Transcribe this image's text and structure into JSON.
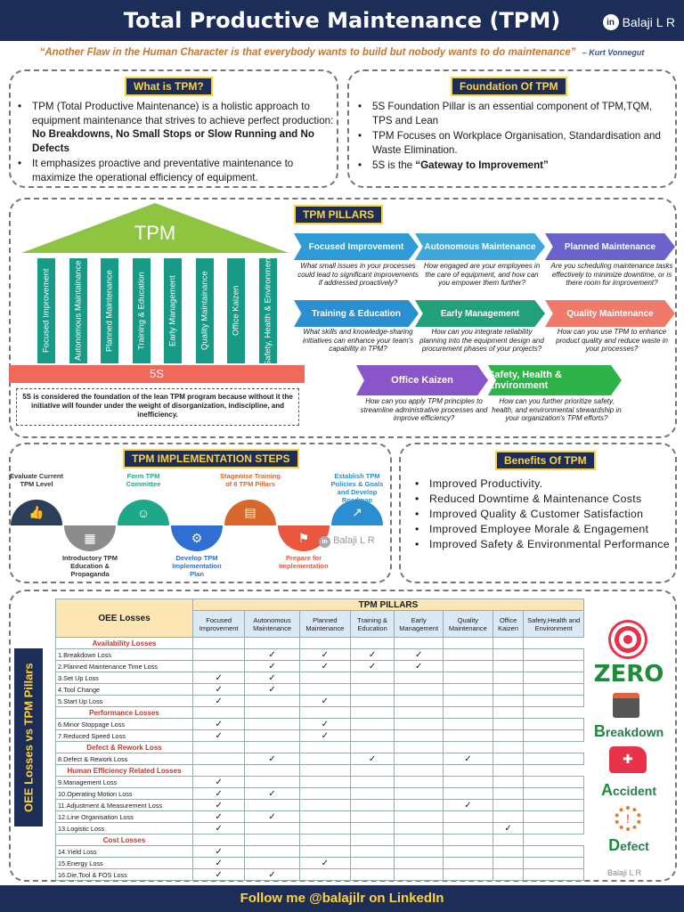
{
  "header": {
    "title": "Total Productive Maintenance (TPM)",
    "brand": "Balaji L R",
    "brand_icon": "in"
  },
  "quote": {
    "text": "“Another Flaw in the Human Character is that everybody wants to build but nobody wants to do maintenance”",
    "author": "– Kurt Vonnegut"
  },
  "what": {
    "title": "What is TPM?",
    "b1_pre": "TPM (Total Productive Maintenance) is a holistic approach to equipment maintenance that strives to achieve perfect production: ",
    "b1_bold": "No Breakdowns, No Small Stops or Slow Running and No Defects",
    "b2": "It emphasizes proactive and preventative maintenance to maximize the operational efficiency of equipment."
  },
  "foundation": {
    "title": "Foundation Of TPM",
    "b1": "5S Foundation Pillar is an essential component of  TPM,TQM, TPS and Lean",
    "b2": "TPM Focuses on Workplace Organisation, Standardisation and Waste Elimination.",
    "b3_pre": "5S is the ",
    "b3_bold": "“Gateway to Improvement”"
  },
  "temple": {
    "roof": "TPM",
    "base": "5S",
    "columns": [
      "Focused Improvement",
      "Autonomous Maintainance",
      "Planned Maintenance",
      "Training & Education",
      "Early Management",
      "Quality Maintainance",
      "Office Kaizen",
      "Safety, Health & Environment"
    ],
    "note": "5S is considered the foundation of the lean TPM program because without it the initiative will founder under the weight of disorganization, indiscipline, and inefficiency."
  },
  "pillars": {
    "title": "TPM PILLARS",
    "items": [
      {
        "name": "Focused Improvement",
        "q": "What small issues in your processes could lead to significant improvements if addressed proactively?",
        "color": "#2e9bd6"
      },
      {
        "name": "Autonomous Maintenance",
        "q": "How engaged are your employees in the care of equipment, and how can you empower them further?",
        "color": "#3fa7d9"
      },
      {
        "name": "Planned Maintenance",
        "q": "Are you scheduling maintenance tasks effectively to minimize downtime, or is there room for improvement?",
        "color": "#6a63c9"
      },
      {
        "name": "Training & Education",
        "q": "What skills and knowledge-sharing initiatives can enhance your team's capability in TPM?",
        "color": "#2a8fd0"
      },
      {
        "name": "Early Management",
        "q": "How can you integrate reliability planning into the equipment design and procurement phases of your projects?",
        "color": "#22a07a"
      },
      {
        "name": "Quality Maintenance",
        "q": "How can you use TPM to enhance product quality and reduce waste in your processes?",
        "color": "#ef7a6a"
      },
      {
        "name": "Office Kaizen",
        "q": "How can you apply TPM principles to streamline administrative processes and improve efficiency?",
        "color": "#8a55c9"
      },
      {
        "name": "Safety, Health & Environment",
        "q": "How can you further prioritize safety, health, and environmental stewardship in your organization's TPM efforts?",
        "color": "#2db34a"
      }
    ]
  },
  "steps": {
    "title": "TPM IMPLEMENTATION STEPS",
    "items": [
      "Evaluate Current TPM Level",
      "Introductory TPM Education & Propaganda",
      "Form TPM Committee",
      "Develop TPM Implementation Plan",
      "Stagewise Training of 8 TPM Pillars",
      "Prepare for Implementation",
      "Establish TPM Policies & Goals and Develop Roadmap"
    ],
    "watermark": "Balaji L R"
  },
  "benefits": {
    "title": "Benefits Of TPM",
    "items": [
      "Improved Productivity.",
      "Reduced Downtime & Maintenance Costs",
      "Improved Quality & Customer Satisfaction",
      "Improved Employee Morale & Engagement",
      "Improved Safety & Environmental Performance"
    ]
  },
  "oee": {
    "side_title": "OEE Losses vs TPM Pillars",
    "corner": "OEE Losses",
    "group": "TPM PILLARS",
    "columns": [
      "Focused Improvement",
      "Autonomous Maintenance",
      "Planned Maintenance",
      "Training & Education",
      "Early Management",
      "Quality Maintenance",
      "Office Kaizen",
      "Safety,Health and Environment"
    ],
    "rows": [
      {
        "cat": "Availability Losses"
      },
      {
        "label": "1.Breakdown Loss",
        "checks": [
          0,
          1,
          1,
          1,
          1,
          0,
          0,
          0
        ]
      },
      {
        "label": "2.Planned Maintenance Time Loss",
        "checks": [
          0,
          1,
          1,
          1,
          1,
          0,
          0,
          0
        ]
      },
      {
        "label": "3.Set Up Loss",
        "checks": [
          1,
          1,
          0,
          0,
          0,
          0,
          0,
          0
        ]
      },
      {
        "label": "4.Tool Change",
        "checks": [
          1,
          1,
          0,
          0,
          0,
          0,
          0,
          0
        ]
      },
      {
        "label": "5.Start Up Loss",
        "checks": [
          1,
          0,
          1,
          0,
          0,
          0,
          0,
          0
        ]
      },
      {
        "cat": "Performance Losses"
      },
      {
        "label": "6.Minor Stoppage  Loss",
        "checks": [
          1,
          0,
          1,
          0,
          0,
          0,
          0,
          0
        ]
      },
      {
        "label": "7.Reduced Speed Loss",
        "checks": [
          1,
          0,
          1,
          0,
          0,
          0,
          0,
          0
        ]
      },
      {
        "cat": "Defect & Rework Loss"
      },
      {
        "label": "8.Defect & Rework Loss",
        "checks": [
          0,
          1,
          0,
          1,
          0,
          1,
          0,
          0
        ]
      },
      {
        "cat": "Human Efficiency Related Losses"
      },
      {
        "label": "9.Management Loss",
        "checks": [
          1,
          0,
          0,
          0,
          0,
          0,
          0,
          0
        ]
      },
      {
        "label": "10.Operating Motion Loss",
        "checks": [
          1,
          1,
          0,
          0,
          0,
          0,
          0,
          0
        ]
      },
      {
        "label": "11.Adjustment & Measurement Loss",
        "checks": [
          1,
          0,
          0,
          0,
          0,
          1,
          0,
          0
        ]
      },
      {
        "label": "12.Line Organisation Loss",
        "checks": [
          1,
          1,
          0,
          0,
          0,
          0,
          0,
          0
        ]
      },
      {
        "label": "13.Logistic Loss",
        "checks": [
          1,
          0,
          0,
          0,
          0,
          0,
          1,
          0
        ]
      },
      {
        "cat": "Cost Losses"
      },
      {
        "label": "14.Yield Loss",
        "checks": [
          1,
          0,
          0,
          0,
          0,
          0,
          0,
          0
        ]
      },
      {
        "label": "15.Energy Loss",
        "checks": [
          1,
          0,
          1,
          0,
          0,
          0,
          0,
          0
        ]
      },
      {
        "label": "16.Die,Tool & FOS Loss",
        "checks": [
          1,
          1,
          0,
          0,
          0,
          0,
          0,
          0
        ]
      }
    ]
  },
  "zero": {
    "zero": "ZERO",
    "b_first": "B",
    "b_rest": "reakdown",
    "a_first": "A",
    "a_rest": "ccident",
    "d_first": "D",
    "d_rest": "efect",
    "brand": "Balaji L R"
  },
  "footer": {
    "text": "Follow me @balajilr on LinkedIn"
  }
}
